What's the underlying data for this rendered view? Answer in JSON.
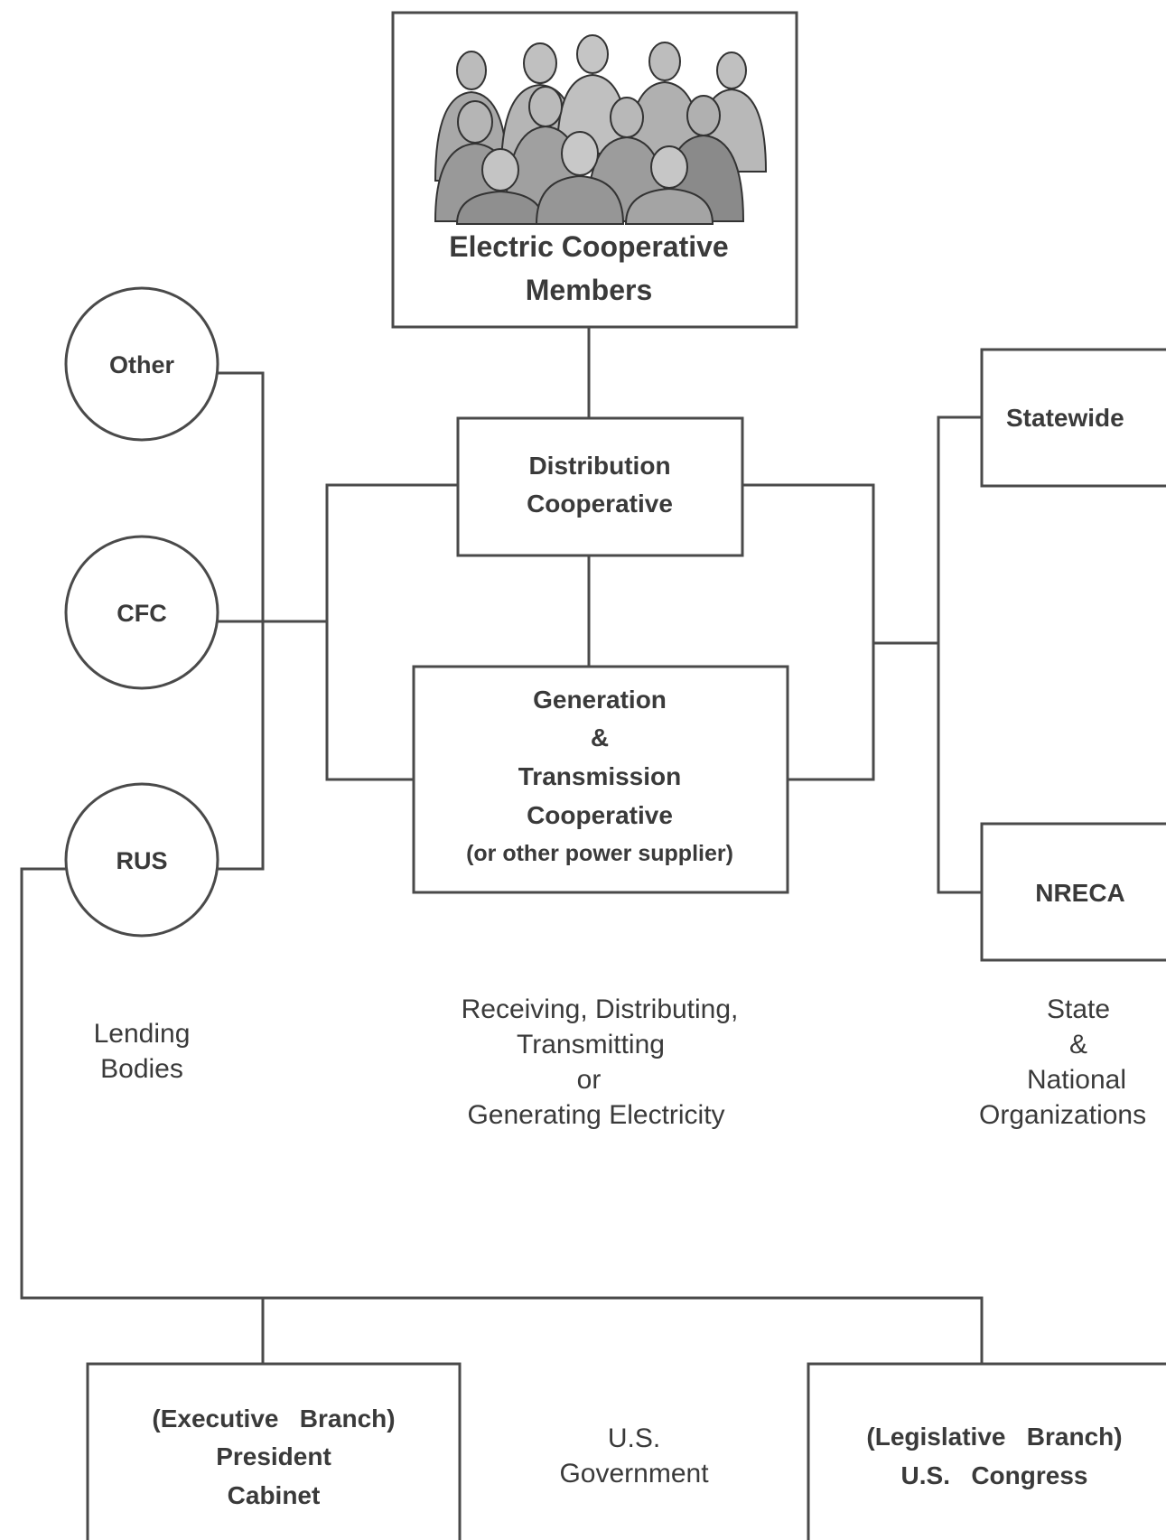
{
  "members": {
    "line1": "Electric Cooperative",
    "line2": "Members"
  },
  "distribution": {
    "line1": "Distribution",
    "line2": "Cooperative"
  },
  "generation": {
    "line1": "Generation",
    "line2": "&",
    "line3": "Transmission",
    "line4": "Cooperative",
    "line5": "(or other power supplier)"
  },
  "lenders": {
    "other": "Other",
    "cfc": "CFC",
    "rus": "RUS"
  },
  "orgs": {
    "statewide": "Statewide",
    "nreca": "NRECA"
  },
  "captions": {
    "lending": {
      "line1": "Lending",
      "line2": "Bodies"
    },
    "activity": {
      "line1": "Receiving, Distributing,",
      "line2": "Transmitting",
      "line3": "or",
      "line4": "Generating Electricity"
    },
    "state": {
      "line1": "State",
      "line2": "&",
      "line3": "National",
      "line4": "Organizations"
    },
    "government": {
      "line1": "U.S.",
      "line2": "Government"
    }
  },
  "executive": {
    "line1": "(Executive   Branch)",
    "line2": "President",
    "line3": "Cabinet"
  },
  "legislative": {
    "line1": "(Legislative   Branch)",
    "line2": "U.S.   Congress"
  }
}
